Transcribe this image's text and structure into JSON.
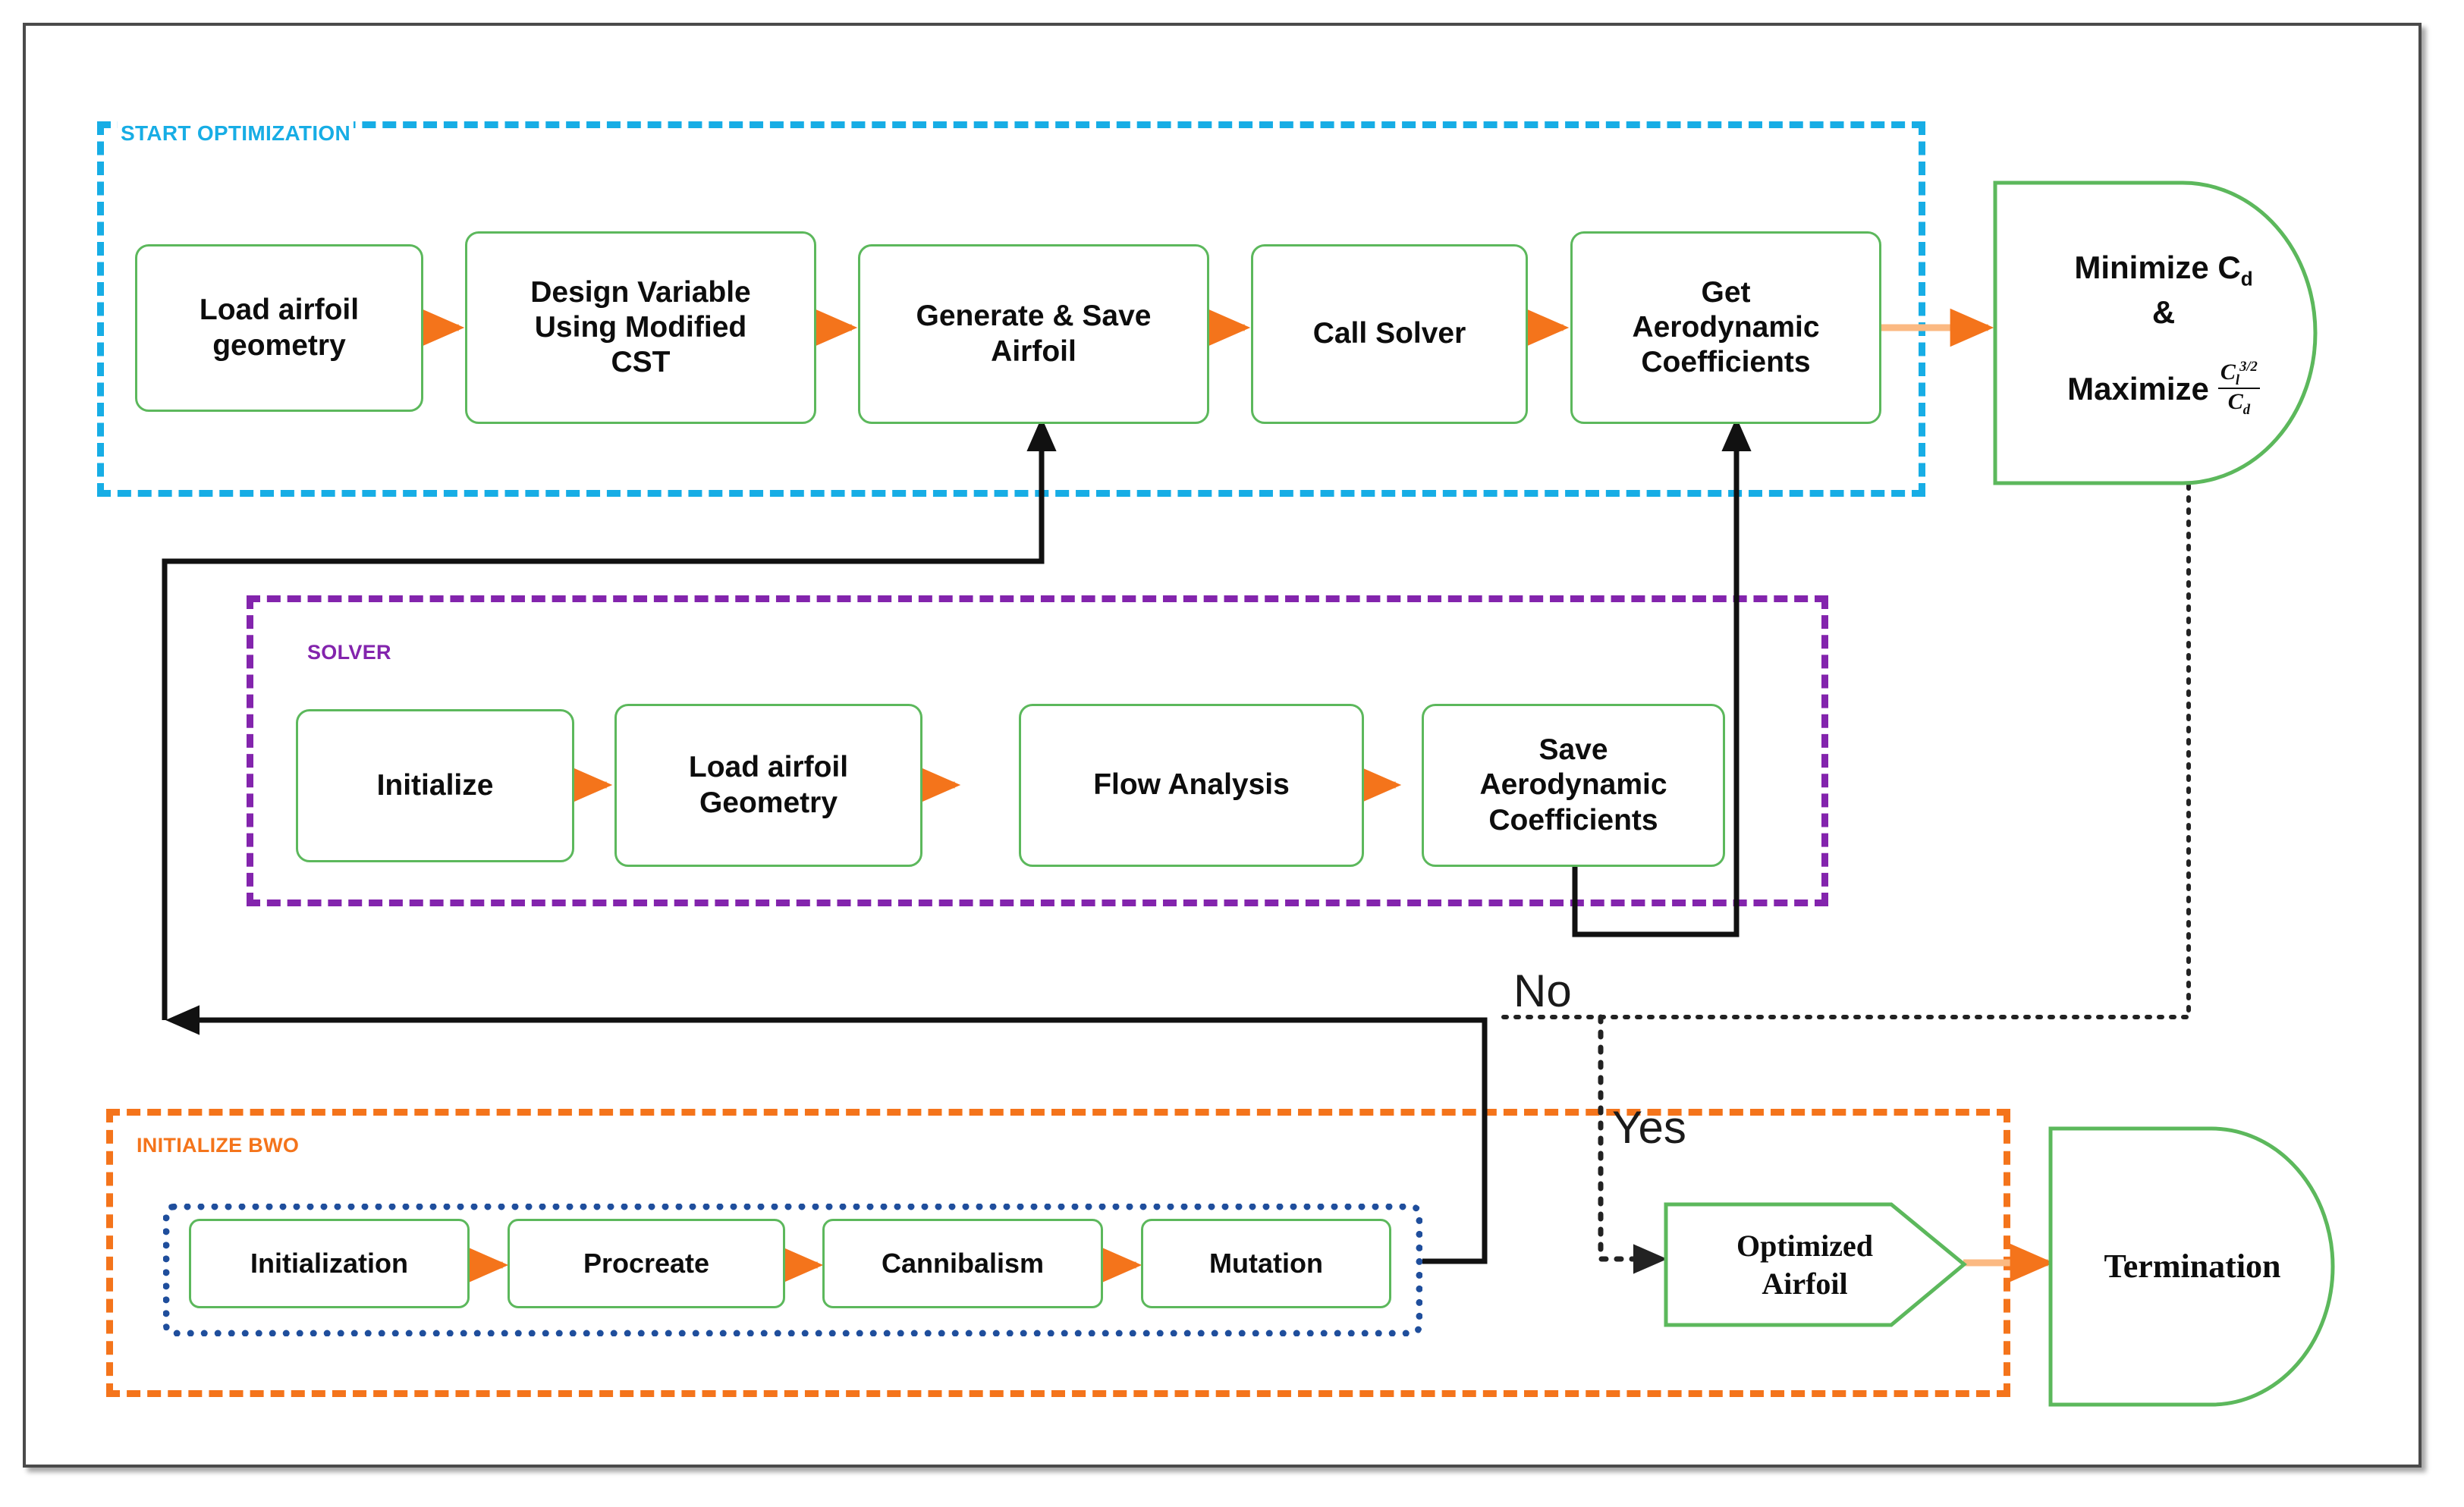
{
  "figure": {
    "title": "Airfoil shape optimization workflow with BWO",
    "colors": {
      "start_group": "#17ade5",
      "solver_group": "#8324ad",
      "bwo_group": "#f4741b",
      "bwo_inner_group": "#1f4e9c",
      "process_box": "#5cb85c",
      "arrow_orange": "#f4741b",
      "arrow_black": "#111111",
      "frame": "#4a4a4a"
    }
  },
  "groups": {
    "start": {
      "label": "START OPTIMIZATION"
    },
    "solver": {
      "label": "SOLVER"
    },
    "bwo": {
      "label": "INITIALIZE BWO"
    }
  },
  "start_row": [
    {
      "label": "Load airfoil\ngeometry"
    },
    {
      "label": "Design Variable\nUsing Modified\nCST"
    },
    {
      "label": "Generate & Save\nAirfoil"
    },
    {
      "label": "Call Solver"
    },
    {
      "label": "Get\nAerodynamic\nCoefficients"
    }
  ],
  "solver_row": [
    {
      "label": "Initialize"
    },
    {
      "label": "Load airfoil\nGeometry"
    },
    {
      "label": "Flow Analysis"
    },
    {
      "label": "Save\nAerodynamic\nCoefficients"
    }
  ],
  "bwo_row": [
    {
      "label": "Initialization"
    },
    {
      "label": "Procreate"
    },
    {
      "label": "Cannibalism"
    },
    {
      "label": "Mutation"
    }
  ],
  "objective": {
    "line1": "Minimize C",
    "line1_sub": "d",
    "line2": "&",
    "line3": "Maximize",
    "numerator": "C",
    "numerator_sub": "l",
    "numerator_sup": "3/2",
    "denominator": "C",
    "denominator_sub": "d"
  },
  "result": {
    "label": "Optimized\nAirfoil"
  },
  "termination": {
    "label": "Termination"
  },
  "decision_labels": {
    "no": "No",
    "yes": "Yes"
  }
}
